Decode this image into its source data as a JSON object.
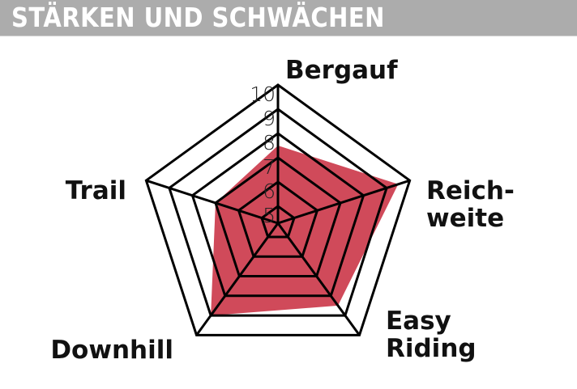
{
  "header": {
    "title": "STÄRKEN UND SCHWÄCHEN"
  },
  "chart_data": {
    "type": "radar",
    "title": "STÄRKEN UND SCHWÄCHEN",
    "axes": [
      "Bergauf",
      "Reichweite",
      "Easy Riding",
      "Downhill",
      "Trail"
    ],
    "axis_label_lines": [
      [
        "Bergauf"
      ],
      [
        "Reich-",
        "weite"
      ],
      [
        "Easy",
        "Riding"
      ],
      [
        "Downhill"
      ],
      [
        "Trail"
      ]
    ],
    "values": [
      7.5,
      9.5,
      8.5,
      9,
      7
    ],
    "ticks": [
      5,
      6,
      7,
      8,
      9,
      10
    ],
    "range": [
      4.3,
      10
    ],
    "fill_color": "#d04a5a",
    "grid_color": "#000000"
  }
}
